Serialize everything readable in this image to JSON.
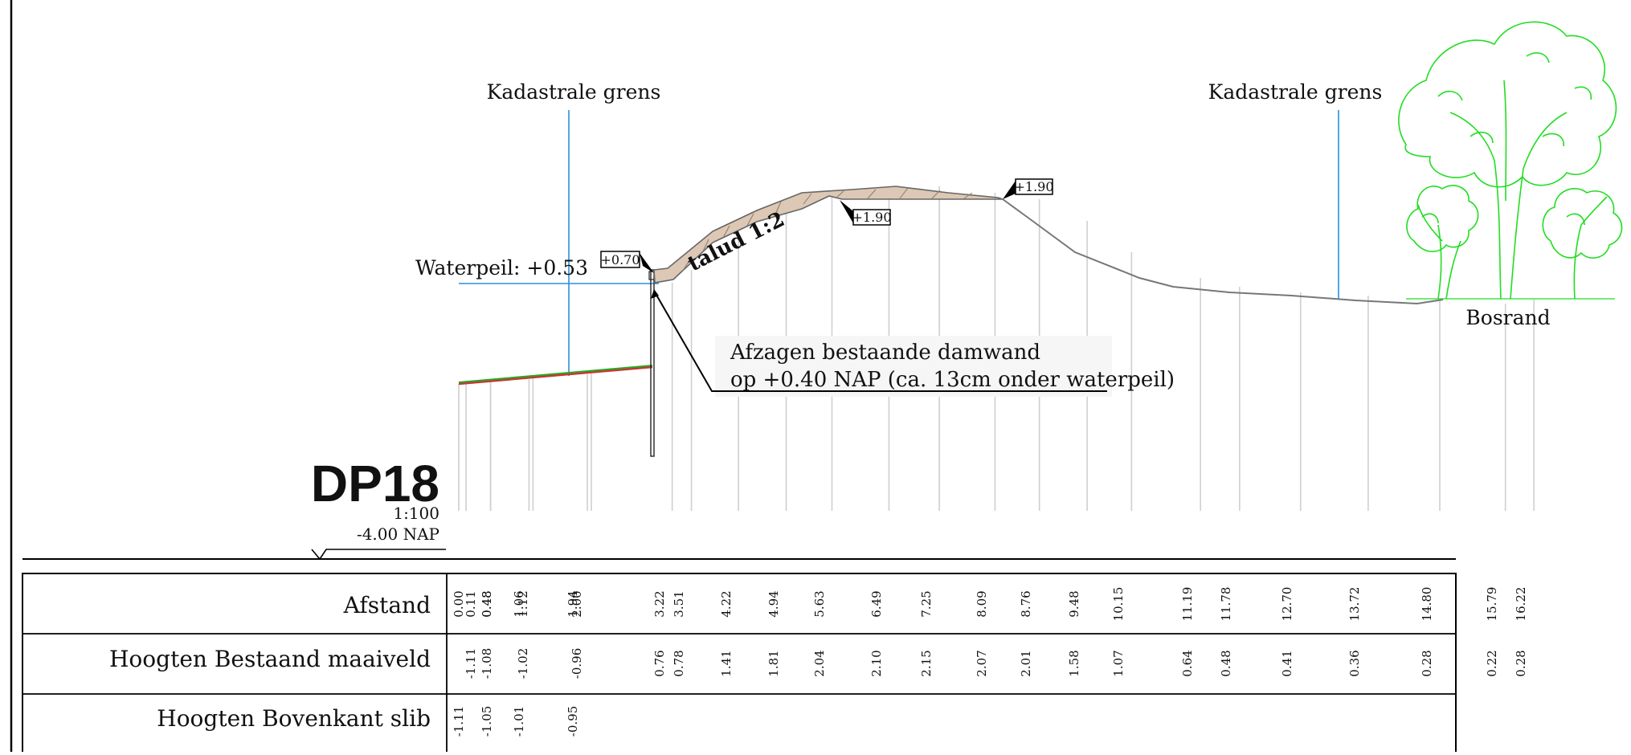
{
  "title": "DP18",
  "scale": "1:100",
  "reference_level": "-4.00  NAP",
  "labels": {
    "kadastrale_left": "Kadastrale grens",
    "kadastrale_right": "Kadastrale grens",
    "waterpeil": "Waterpeil: +0.53",
    "talud": "talud 1:2",
    "bosrand": "Bosrand",
    "elev_left": "+0.70",
    "elev_top_right": "+1.90",
    "elev_mid": "+1.90"
  },
  "annotation": {
    "line1": "Afzagen bestaande damwand",
    "line2": "op +0.40 NAP (ca. 13cm onder waterpeil)"
  },
  "table": {
    "rows": [
      {
        "label": "Afstand"
      },
      {
        "label": "Hoogten Bestaand maaiveld"
      },
      {
        "label": "Hoogten Bovenkant slib"
      }
    ],
    "afstand": [
      "0.00",
      "0.11",
      "0.48",
      "0.48",
      "1.06",
      "1.12",
      "1.94",
      "2.00",
      "3.22",
      "3.51",
      "4.22",
      "4.94",
      "5.63",
      "6.49",
      "7.25",
      "8.09",
      "8.76",
      "9.48",
      "10.15",
      "11.19",
      "11.78",
      "12.70",
      "13.72",
      "14.80",
      "15.79",
      "16.22"
    ],
    "maaiveld": [
      {
        "d": 0.11,
        "h": "-1.11"
      },
      {
        "d": 0.48,
        "h": "-1.08"
      },
      {
        "d": 1.12,
        "h": "-1.02"
      },
      {
        "d": 2.0,
        "h": "-0.96"
      },
      {
        "d": 3.22,
        "h": "0.76"
      },
      {
        "d": 3.51,
        "h": "0.78"
      },
      {
        "d": 4.22,
        "h": "1.41"
      },
      {
        "d": 4.94,
        "h": "1.81"
      },
      {
        "d": 5.63,
        "h": "2.04"
      },
      {
        "d": 6.49,
        "h": "2.10"
      },
      {
        "d": 7.25,
        "h": "2.15"
      },
      {
        "d": 8.09,
        "h": "2.07"
      },
      {
        "d": 8.76,
        "h": "2.01"
      },
      {
        "d": 9.48,
        "h": "1.58"
      },
      {
        "d": 10.15,
        "h": "1.07"
      },
      {
        "d": 11.19,
        "h": "0.64"
      },
      {
        "d": 11.78,
        "h": "0.48"
      },
      {
        "d": 12.7,
        "h": "0.41"
      },
      {
        "d": 13.72,
        "h": "0.36"
      },
      {
        "d": 14.8,
        "h": "0.28"
      },
      {
        "d": 15.79,
        "h": "0.22"
      },
      {
        "d": 16.22,
        "h": "0.28"
      }
    ],
    "slib": [
      {
        "d": 0.0,
        "h": "-1.11"
      },
      {
        "d": 0.48,
        "h": "-1.05"
      },
      {
        "d": 1.06,
        "h": "-1.01"
      },
      {
        "d": 1.94,
        "h": "-0.95"
      }
    ]
  },
  "colors": {
    "water_line": "#2a8fe0",
    "kadastrale_line": "#2a8fe0",
    "tree": "#22dd22",
    "dike_fill": "#dcc8b4",
    "silt_line": "#22aa22",
    "silt_under": "#cc3333",
    "ground": "#777777"
  }
}
